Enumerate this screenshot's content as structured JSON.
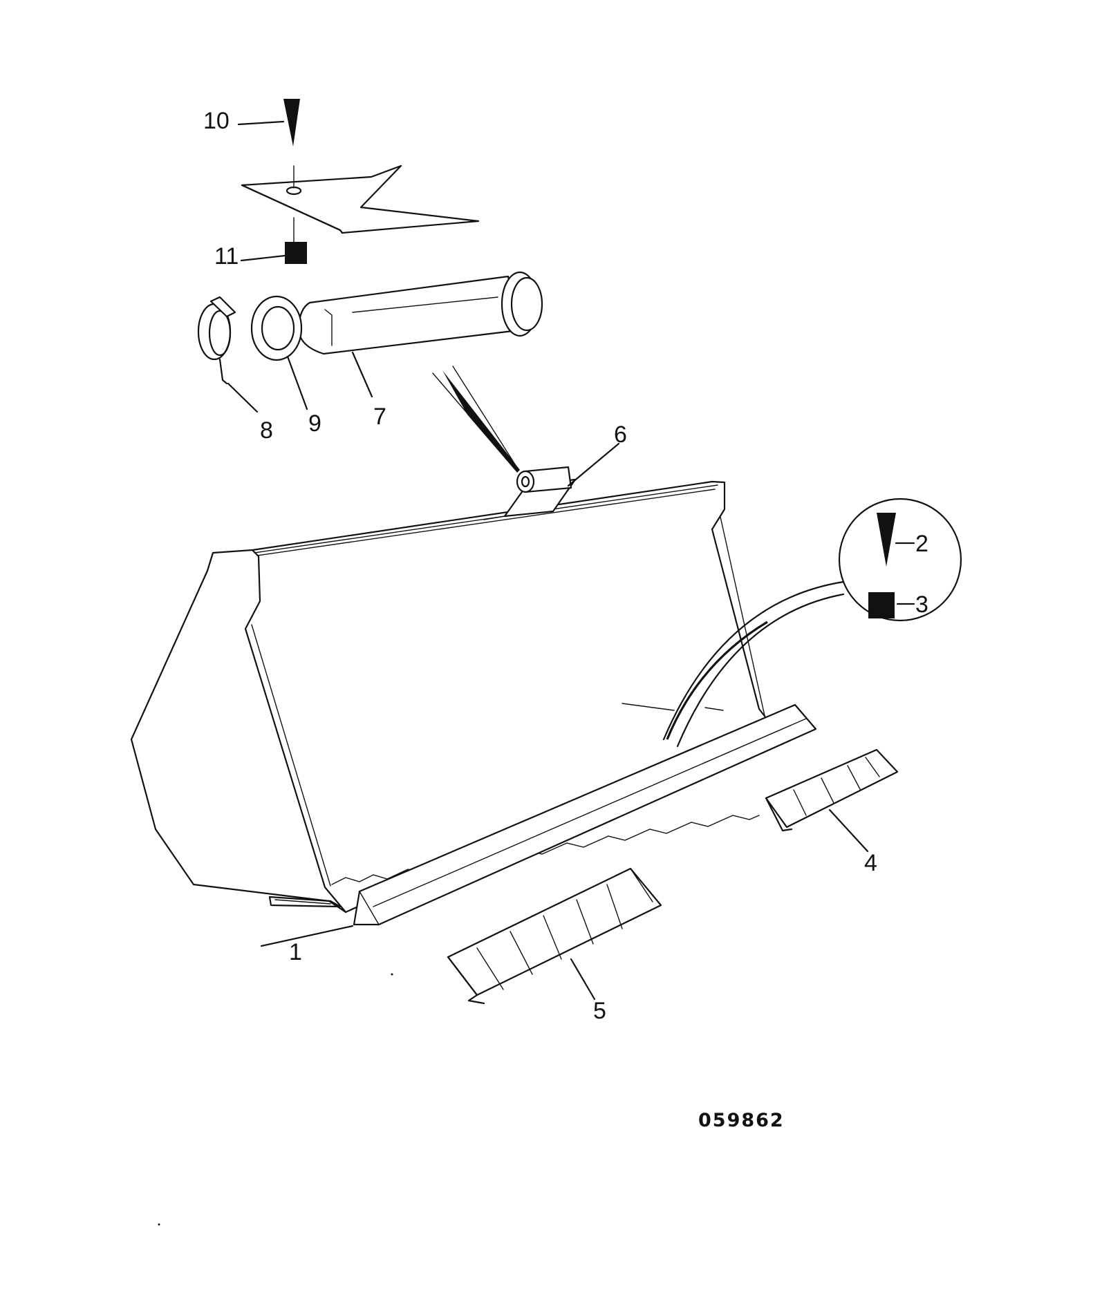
{
  "drawing_number": "059862",
  "callouts": [
    "1",
    "2",
    "3",
    "4",
    "5",
    "6",
    "7",
    "8",
    "9",
    "10",
    "11"
  ],
  "symbols": {
    "fastener_wedge": "wedge-arrow-icon",
    "fastener_square": "square-nut-icon"
  },
  "colors": {
    "ink": "#111111",
    "paper": "#ffffff"
  }
}
